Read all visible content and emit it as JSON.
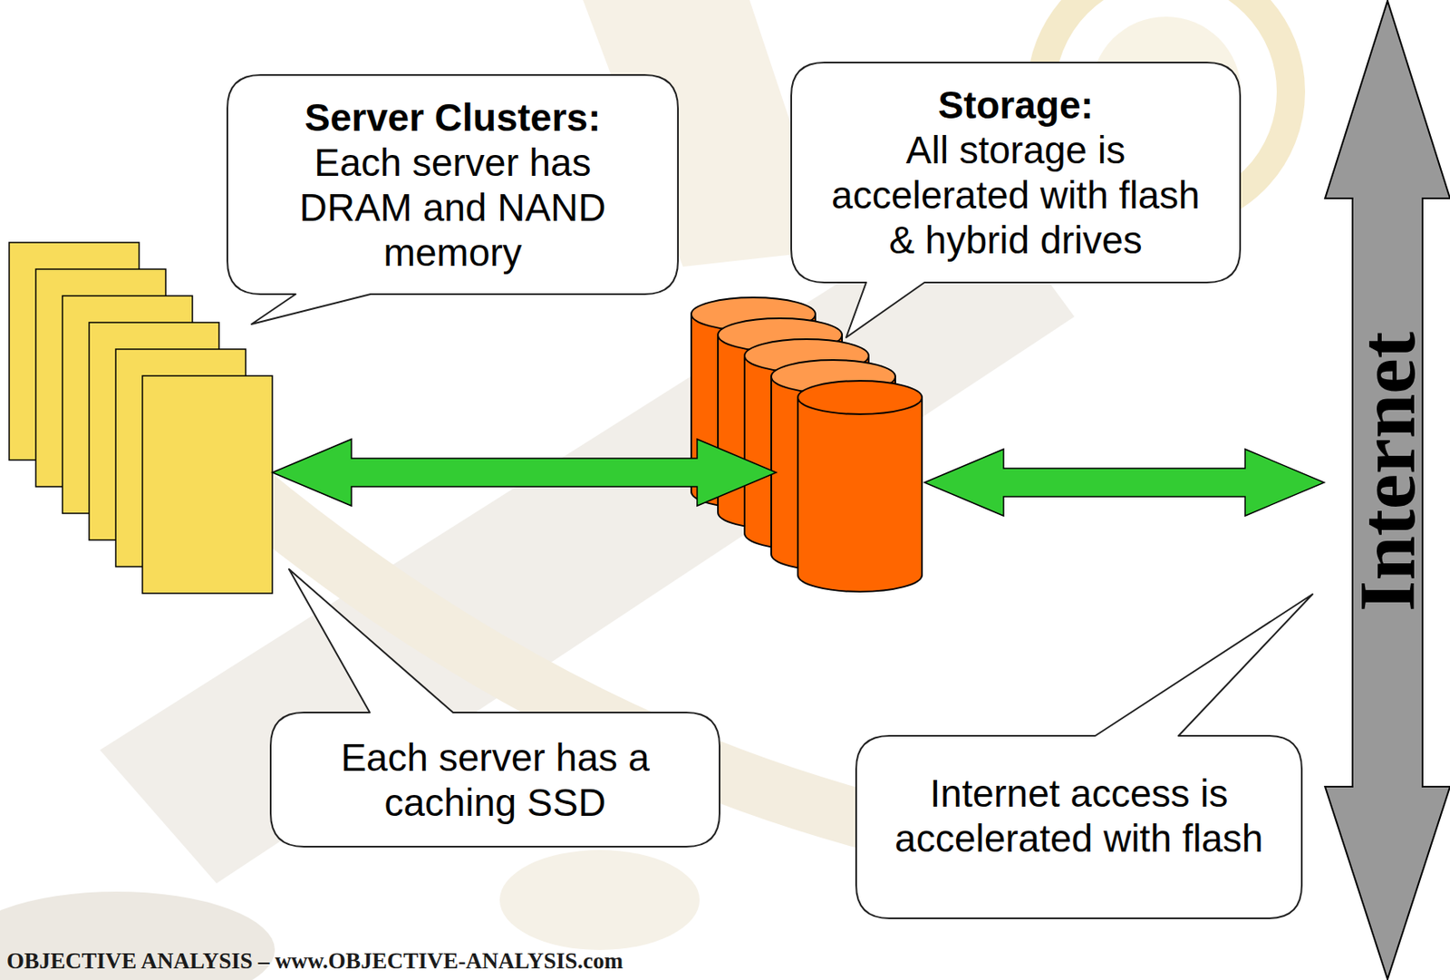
{
  "diagram": {
    "nodes": [
      {
        "text": [
          "Server Clusters:",
          "Each server has DRAM and NAND memory"
        ]
      },
      {
        "text": [
          "Storage:",
          "All storage is accelerated with flash & hybrid drives"
        ]
      },
      {
        "text": [
          "Internet"
        ]
      },
      {
        "text": [
          "Each server has a caching SSD"
        ]
      },
      {
        "text": [
          "Internet access is accelerated with flash"
        ]
      }
    ],
    "labels": [
      "OBJECTIVE ANALYSIS – www.OBJECTIVE-ANALYSIS.com"
    ]
  }
}
